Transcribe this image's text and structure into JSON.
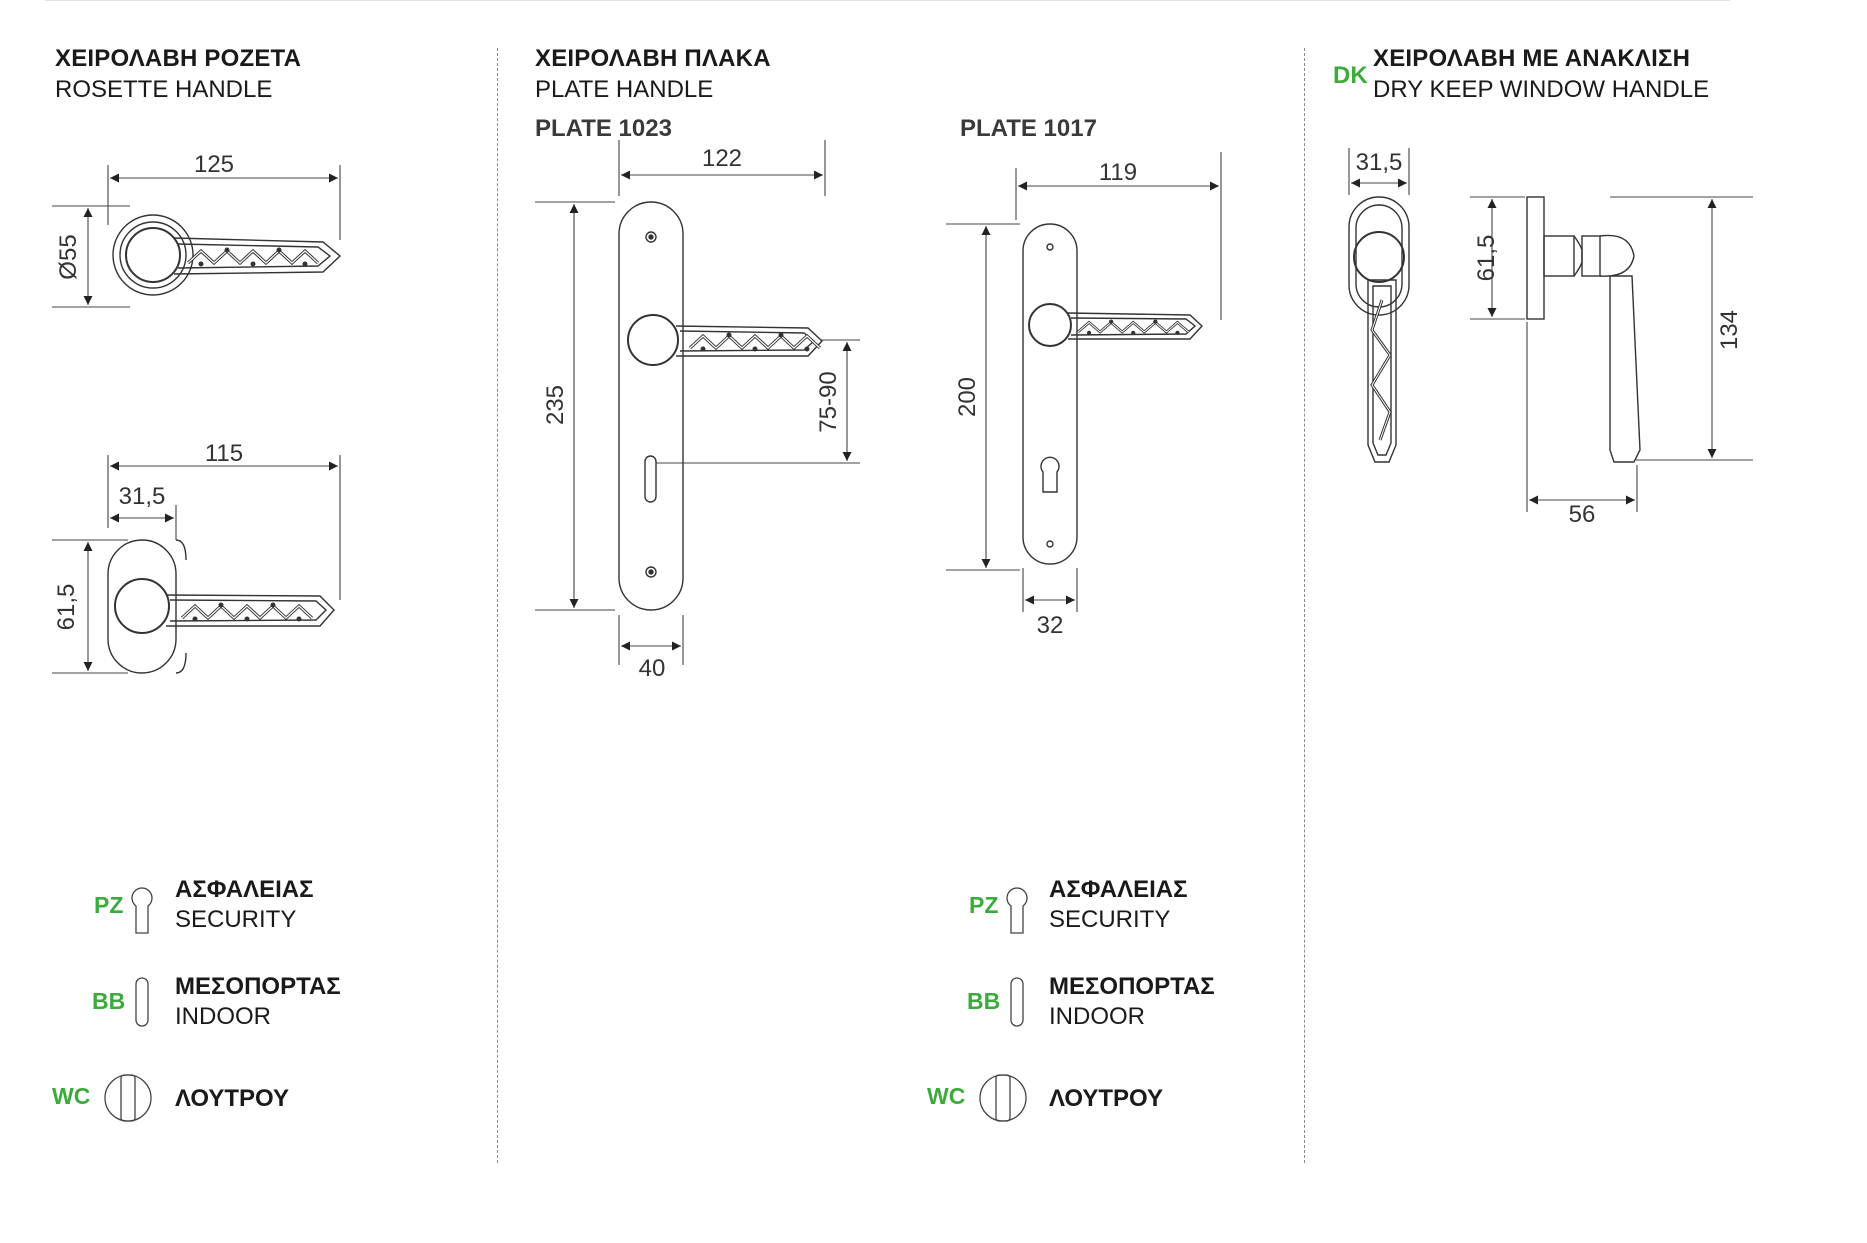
{
  "sections": {
    "rosette": {
      "title_gr": "ΧΕΙΡΟΛΑΒΗ ΡΟΖΕΤΑ",
      "title_en": "ROSETTE HANDLE",
      "dims": {
        "top_width": "125",
        "diameter": "Ø55",
        "bottom_width": "115",
        "rose_width": "31,5",
        "rose_height": "61,5"
      }
    },
    "plate": {
      "title_gr": "ΧΕΙΡΟΛΑΒΗ ΠΛΑΚΑ",
      "title_en": "PLATE HANDLE",
      "plate_a": {
        "label": "PLATE 1023",
        "width": "122",
        "height": "235",
        "spacing": "75-90",
        "plate_width": "40"
      },
      "plate_b": {
        "label": "PLATE 1017",
        "width": "119",
        "height": "200",
        "plate_width": "32"
      }
    },
    "dk": {
      "badge": "DK",
      "title_gr": "ΧΕΙΡΟΛΑΒΗ ΜΕ ΑΝΑΚΛΙΣΗ",
      "title_en": "DRY KEEP WINDOW HANDLE",
      "dims": {
        "rose_width": "31,5",
        "rose_height": "61,5",
        "height": "134",
        "depth": "56"
      }
    }
  },
  "legend": [
    {
      "code": "PZ",
      "gr": "ΑΣΦΑΛΕΙΑΣ",
      "en": "SECURITY",
      "icon": "cylinder-keyhole-icon"
    },
    {
      "code": "BB",
      "gr": "ΜΕΣΟΠΟΡΤΑΣ",
      "en": "INDOOR",
      "icon": "slot-keyhole-icon"
    },
    {
      "code": "WC",
      "gr": "ΛΟΥΤΡΟΥ",
      "en": "",
      "icon": "wc-turn-icon"
    }
  ],
  "colors": {
    "accent": "#3cab3c",
    "line": "#333333",
    "divider": "#8a8a8a"
  }
}
